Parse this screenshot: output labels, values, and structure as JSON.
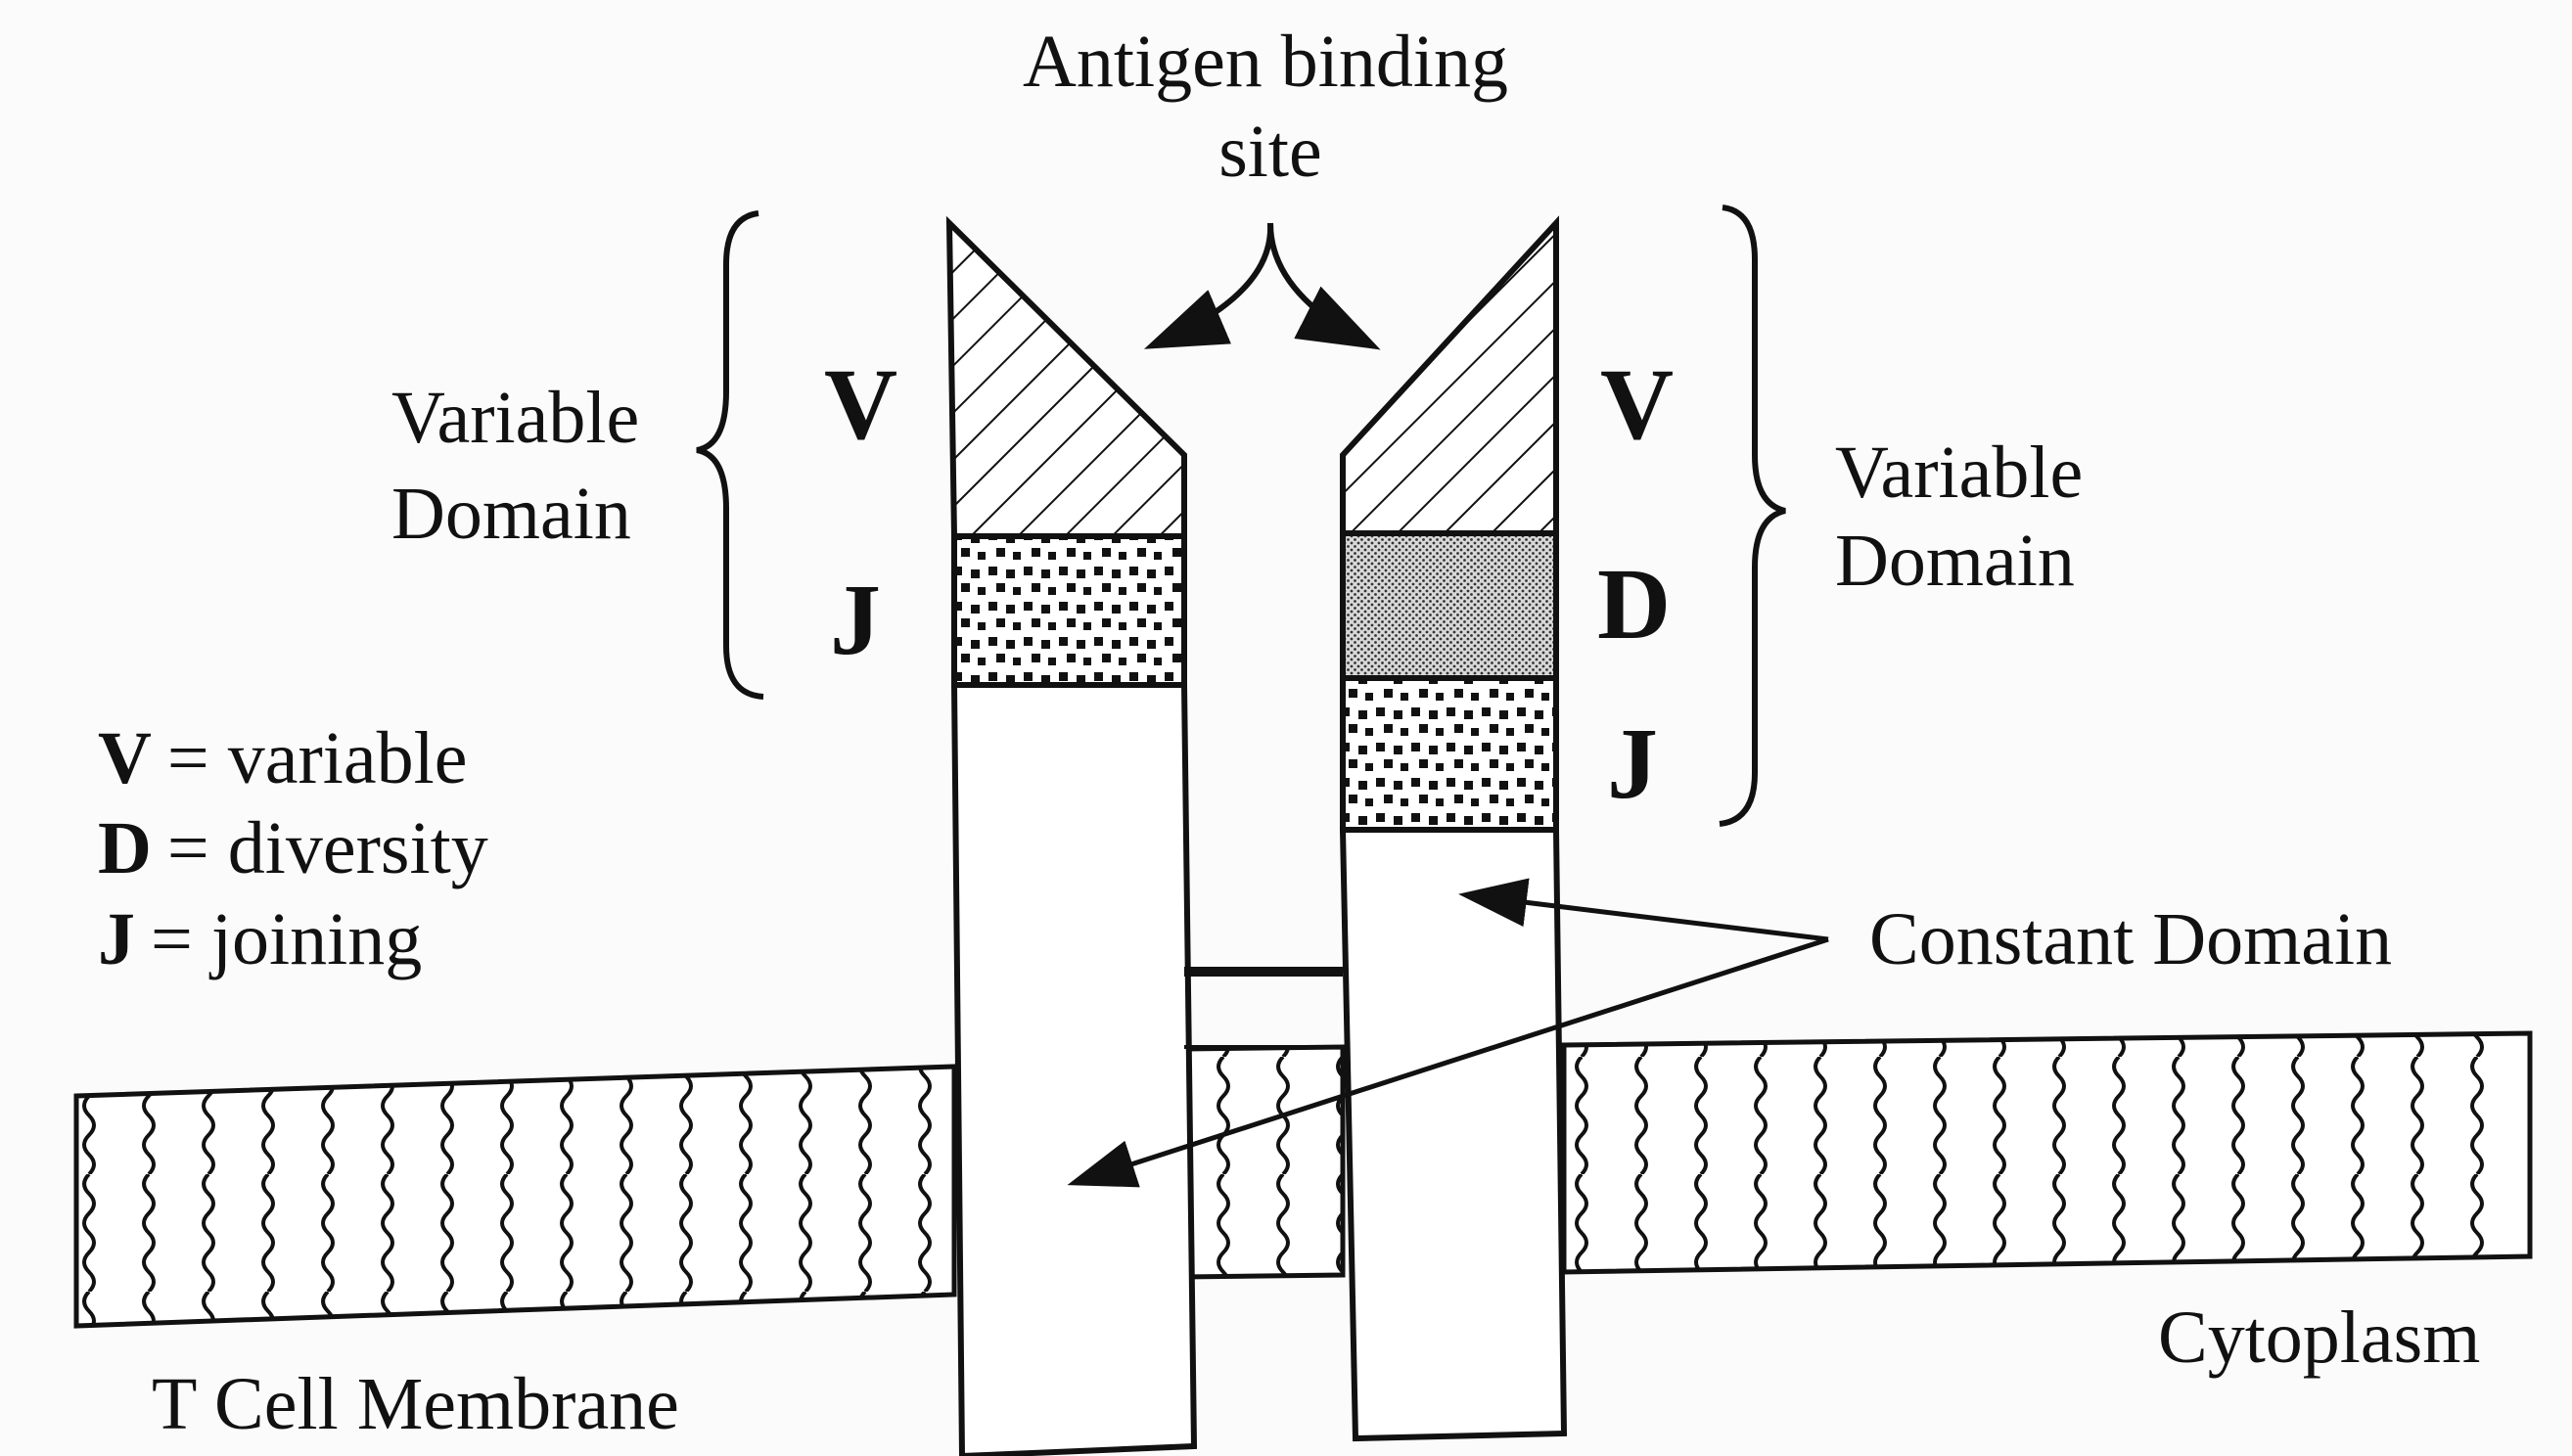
{
  "antigen_site": {
    "line1": "Antigen binding",
    "line2": "site"
  },
  "left_chain": {
    "variable_domain": {
      "line1": "Variable",
      "line2": "Domain"
    },
    "segments": [
      "V",
      "J"
    ]
  },
  "right_chain": {
    "variable_domain": {
      "line1": "Variable",
      "line2": "Domain"
    },
    "segments": [
      "V",
      "D",
      "J"
    ]
  },
  "legend": [
    {
      "key": "V",
      "text": "= variable"
    },
    {
      "key": "D",
      "text": "= diversity"
    },
    {
      "key": "J",
      "text": "= joining"
    }
  ],
  "constant_domain": "Constant Domain",
  "membrane_label": "T Cell Membrane",
  "cytoplasm_label": "Cytoplasm",
  "colors": {
    "ink": "#111111",
    "background": "#fbfbfb",
    "fill": "#ffffff"
  }
}
